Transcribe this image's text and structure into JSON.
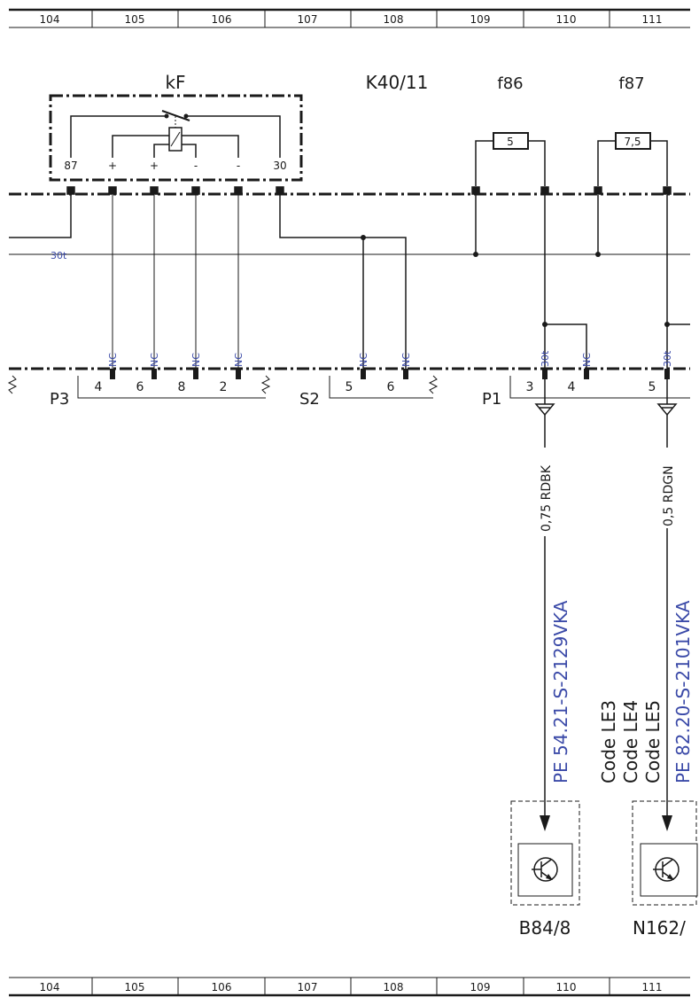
{
  "grid": {
    "columns": [
      "104",
      "105",
      "106",
      "107",
      "108",
      "109",
      "110",
      "111"
    ]
  },
  "components": {
    "relay": "kF",
    "module": "K40/11",
    "fuse1": "f86",
    "fuse2": "f87",
    "fuse1_value": "5",
    "fuse2_value": "7,5"
  },
  "relay_pins": [
    "87",
    "+",
    "+",
    "-",
    "-",
    "30"
  ],
  "bus_label": "30t",
  "connectors": {
    "p3": {
      "name": "P3",
      "pins": [
        "4",
        "6",
        "8",
        "2"
      ]
    },
    "s2": {
      "name": "S2",
      "pins": [
        "5",
        "6"
      ]
    },
    "p1": {
      "name": "P1",
      "pins": [
        "3",
        "4",
        "5"
      ]
    }
  },
  "pin_tags": {
    "nc": "NC",
    "t30": "30t"
  },
  "wires": {
    "w1": "0,75 RDBK",
    "w2": "0,5 RDGN"
  },
  "refs": {
    "pe1": "PE 54.21-S-2129VKA",
    "pe2": "PE 82.20-S-2101VKA",
    "codes": [
      "Code LE3",
      "Code LE4",
      "Code LE5"
    ]
  },
  "sensors": {
    "b1": "B84/8",
    "b2": "N162/"
  }
}
